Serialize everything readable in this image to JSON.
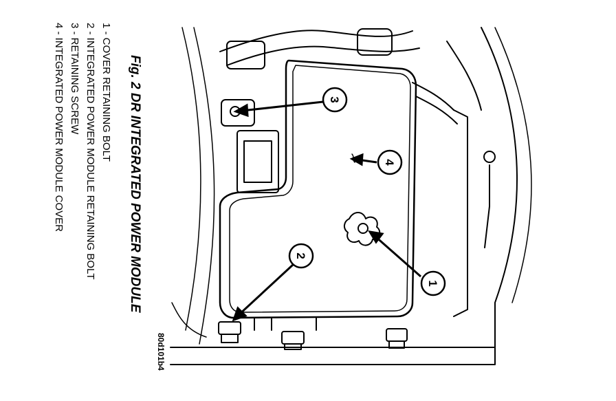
{
  "figure": {
    "title": "Fig. 2 DR INTEGRATED POWER MODULE",
    "code": "80d101b4"
  },
  "legend": [
    {
      "number": "1",
      "label": "1 - COVER RETAINING BOLT"
    },
    {
      "number": "2",
      "label": "2 - INTEGRATED POWER MODULE RETAINING BOLT"
    },
    {
      "number": "3",
      "label": "3 - RETAINING SCREW"
    },
    {
      "number": "4",
      "label": "4 - INTEGRATED POWER MODULE COVER"
    }
  ],
  "callouts": [
    "1",
    "2",
    "3",
    "4"
  ]
}
